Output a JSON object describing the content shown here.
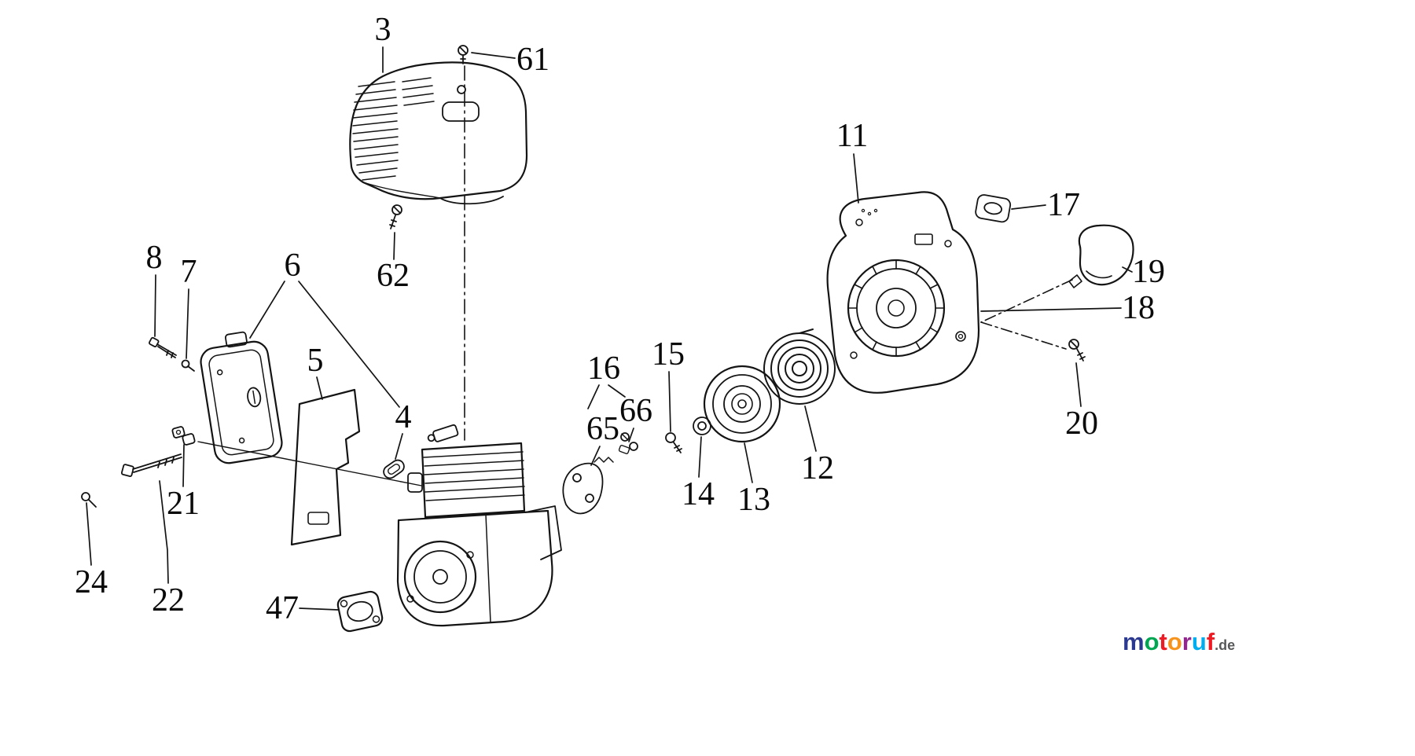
{
  "diagram": {
    "description": "Exploded-view engine parts diagram (cylinder, muffler, starter assembly)",
    "labels": [
      {
        "id": "3",
        "text": "3"
      },
      {
        "id": "61",
        "text": "61"
      },
      {
        "id": "62",
        "text": "62"
      },
      {
        "id": "8",
        "text": "8"
      },
      {
        "id": "7",
        "text": "7"
      },
      {
        "id": "6",
        "text": "6"
      },
      {
        "id": "5",
        "text": "5"
      },
      {
        "id": "4",
        "text": "4"
      },
      {
        "id": "47",
        "text": "47"
      },
      {
        "id": "21",
        "text": "21"
      },
      {
        "id": "24",
        "text": "24"
      },
      {
        "id": "22",
        "text": "22"
      },
      {
        "id": "16",
        "text": "16"
      },
      {
        "id": "65",
        "text": "65"
      },
      {
        "id": "66",
        "text": "66"
      },
      {
        "id": "15",
        "text": "15"
      },
      {
        "id": "14",
        "text": "14"
      },
      {
        "id": "13",
        "text": "13"
      },
      {
        "id": "12",
        "text": "12"
      },
      {
        "id": "11",
        "text": "11"
      },
      {
        "id": "17",
        "text": "17"
      },
      {
        "id": "19",
        "text": "19"
      },
      {
        "id": "18",
        "text": "18"
      },
      {
        "id": "20",
        "text": "20"
      }
    ]
  },
  "watermark": {
    "letters": [
      {
        "char": "m",
        "color": "#2b3990"
      },
      {
        "char": "o",
        "color": "#00a651"
      },
      {
        "char": "t",
        "color": "#ed1c24"
      },
      {
        "char": "o",
        "color": "#f7941d"
      },
      {
        "char": "r",
        "color": "#92278f"
      },
      {
        "char": "u",
        "color": "#00aeef"
      },
      {
        "char": "f",
        "color": "#ed1c24"
      }
    ],
    "suffix": ".de",
    "suffix_color": "#58595b"
  }
}
